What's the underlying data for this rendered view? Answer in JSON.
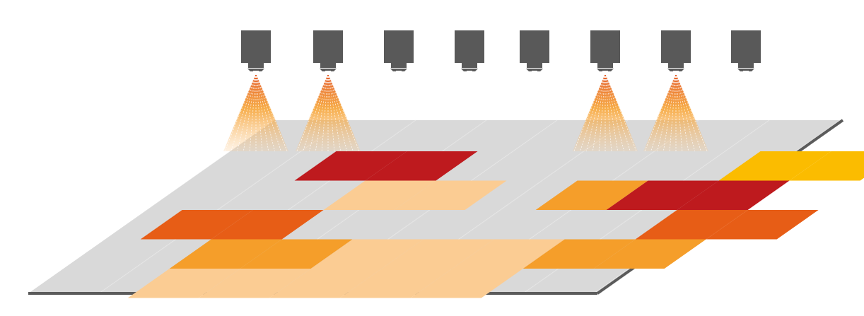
{
  "colors": {
    "floor": "#d9d9d9",
    "grid_line": "#e6e6e6",
    "floor_edge": "#5b5b5b",
    "nozzle_body": "#595959",
    "spray": "#f08a1e",
    "level_5": "#be1a1e",
    "level_4": "#e75d16",
    "level_3": "#f59e2a",
    "level_2": "#fbcc93",
    "level_1": "#fbbc00"
  },
  "grid": {
    "rows": 5,
    "cols": 8,
    "cells": [
      [
        0,
        0,
        5,
        5,
        0,
        0,
        0,
        0,
        1,
        1
      ],
      [
        0,
        0,
        0,
        2,
        2,
        0,
        3,
        5,
        5,
        0
      ],
      [
        0,
        4,
        4,
        0,
        0,
        0,
        0,
        0,
        4,
        4
      ],
      [
        0,
        0,
        3,
        3,
        2,
        2,
        2,
        3,
        3,
        0
      ],
      [
        0,
        0,
        2,
        2,
        2,
        2,
        2,
        0,
        0,
        0
      ]
    ]
  },
  "nozzles": [
    {
      "id": 1,
      "spraying": true
    },
    {
      "id": 2,
      "spraying": true
    },
    {
      "id": 3,
      "spraying": false
    },
    {
      "id": 4,
      "spraying": false
    },
    {
      "id": 5,
      "spraying": false
    },
    {
      "id": 6,
      "spraying": true
    },
    {
      "id": 7,
      "spraying": true
    },
    {
      "id": 8,
      "spraying": false
    }
  ]
}
